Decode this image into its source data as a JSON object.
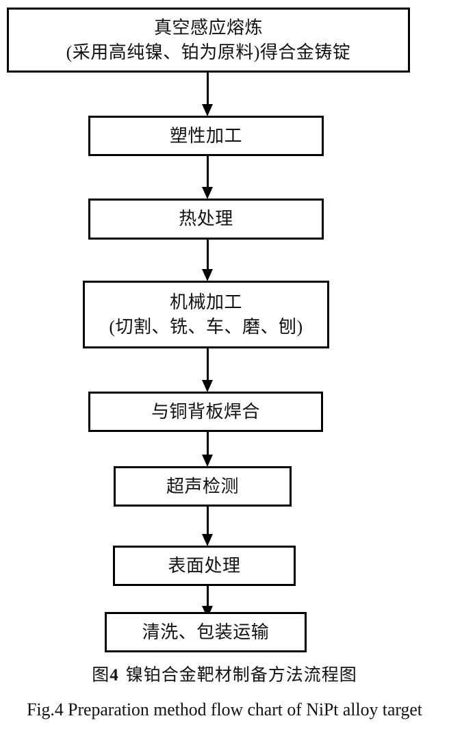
{
  "figure": {
    "type": "flowchart",
    "orientation": "vertical-top-to-bottom",
    "nodes": [
      {
        "id": "vacuum-induction-melting",
        "line1": "真空感应熔炼",
        "line2": "(采用高纯镍、铂为原料)得合金铸锭"
      },
      {
        "id": "plastic-working",
        "line1": "塑性加工",
        "line2": ""
      },
      {
        "id": "heat-treatment",
        "line1": "热处理",
        "line2": ""
      },
      {
        "id": "machining",
        "line1": "机械加工",
        "line2": "(切割、铣、车、磨、刨)"
      },
      {
        "id": "welding-to-copper-backplate",
        "line1": "与铜背板焊合",
        "line2": ""
      },
      {
        "id": "ultrasonic-testing",
        "line1": "超声检测",
        "line2": ""
      },
      {
        "id": "surface-treatment",
        "line1": "表面处理",
        "line2": ""
      },
      {
        "id": "cleaning-packaging-transport",
        "line1": "清洗、包装运输",
        "line2": ""
      }
    ],
    "arrow_count": 7,
    "colors": {
      "box_border": "#000000",
      "box_fill": "#ffffff",
      "arrow": "#000000",
      "text": "#111111",
      "page_background": "#ffffff"
    }
  },
  "caption": {
    "chinese_figure_label": "图",
    "chinese_figure_number": "4",
    "chinese_title": "镍铂合金靶材制备方法流程图",
    "english": "Fig.4 Preparation method flow chart of NiPt alloy target"
  }
}
